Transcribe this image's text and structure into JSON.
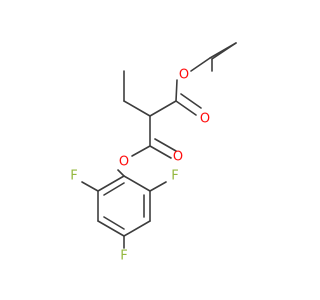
{
  "colors": {
    "bond": "#3d3d3d",
    "oxygen": "#ff0d0d",
    "fluorine": "#94b83f",
    "background": "#ffffff"
  },
  "atoms": {
    "o_ester_ethyl": "O",
    "o_carbonyl_ethyl": "O",
    "o_carbonyl_aryl": "O",
    "o_ester_aryl": "O",
    "f_left": "F",
    "f_right": "F",
    "f_bottom": "F"
  }
}
